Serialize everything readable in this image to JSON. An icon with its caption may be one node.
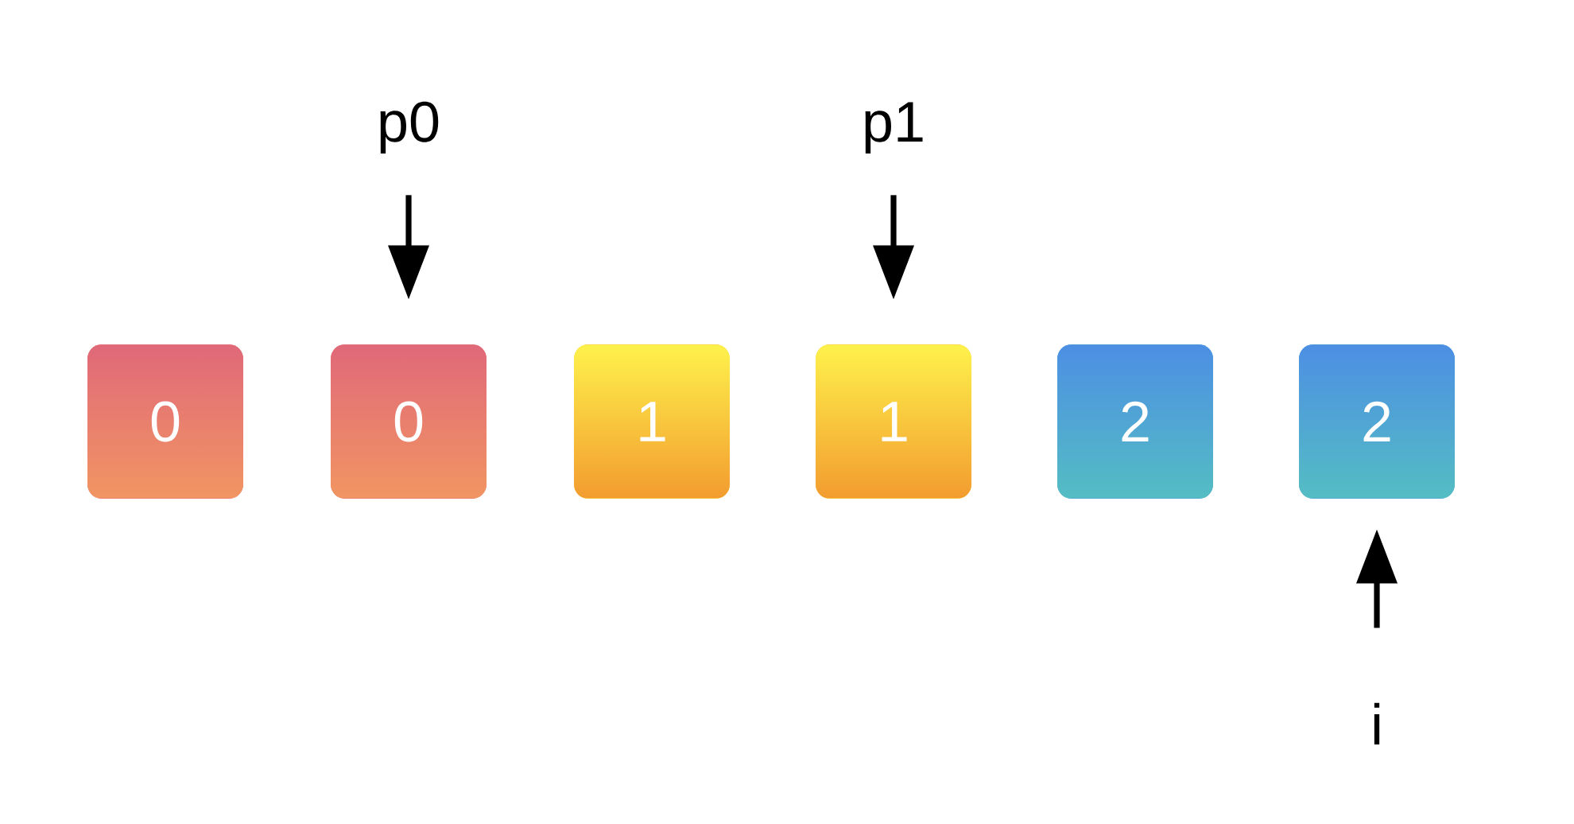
{
  "diagram": {
    "nodes": [
      {
        "text": [
          "p0"
        ]
      },
      {
        "text": [
          "p1"
        ]
      },
      {
        "text": [
          "0"
        ]
      },
      {
        "text": [
          "0"
        ]
      },
      {
        "text": [
          "1"
        ]
      },
      {
        "text": [
          "1"
        ]
      },
      {
        "text": [
          "2"
        ]
      },
      {
        "text": [
          "2"
        ]
      },
      {
        "text": [
          "i"
        ]
      }
    ],
    "edges": [
      {
        "from": 0,
        "to": 3,
        "arrow": "to"
      },
      {
        "from": 1,
        "to": 5,
        "arrow": "to"
      },
      {
        "from": 8,
        "to": 7,
        "arrow": "to"
      }
    ]
  }
}
